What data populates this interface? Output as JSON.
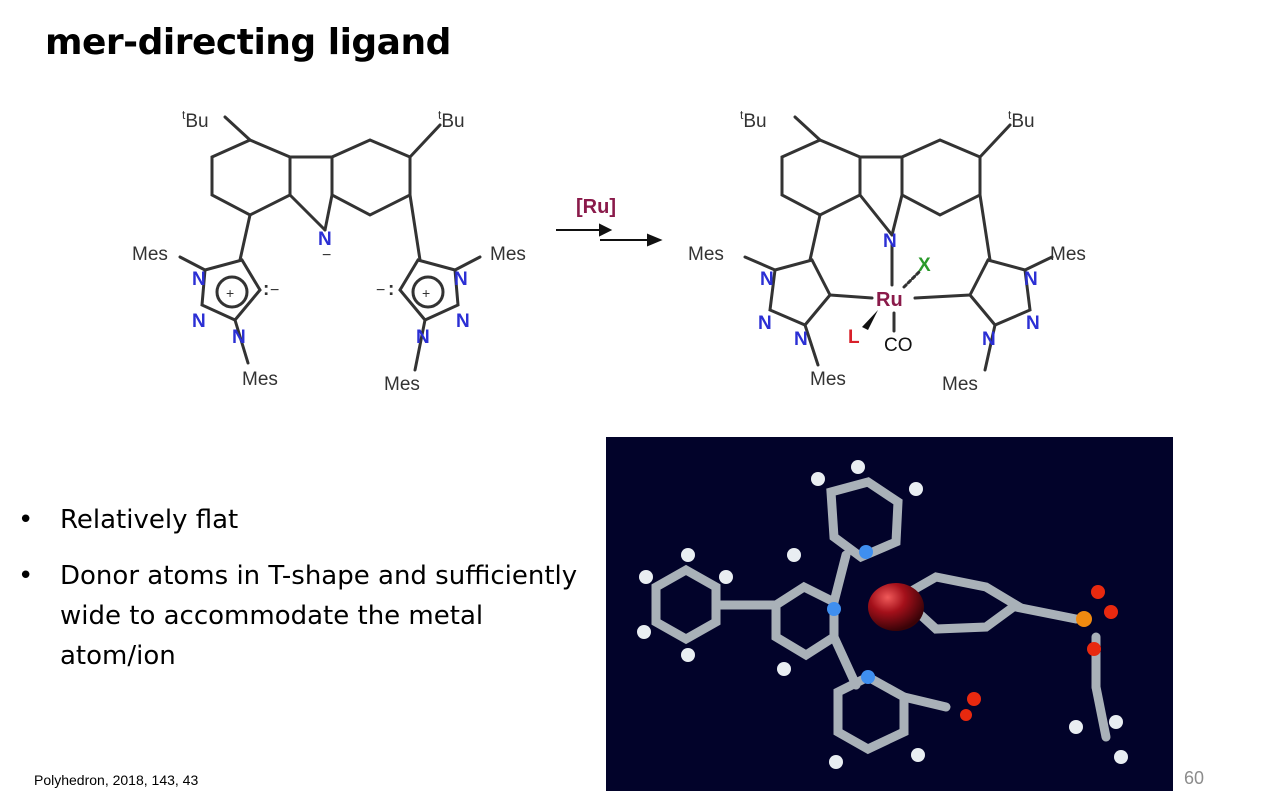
{
  "slide": {
    "title": "mer-directing ligand",
    "bullets": [
      "Relatively flat",
      "Donor atoms in T-shape and sufficiently wide to accommodate the metal atom/ion"
    ],
    "bullet_glyph": "•",
    "citation": "Polyhedron, 2018, 143, 43",
    "page_number": "60"
  },
  "scheme": {
    "left": {
      "tbu_label": "Bu",
      "tbu_prefix": "t",
      "mes_label": "Mes",
      "n_label": "N",
      "plus": "+",
      "minus": "−",
      "lone_pair": ":"
    },
    "reagent": "[Ru]",
    "right": {
      "metal": "Ru",
      "x_label": "X",
      "l_label": "L",
      "co_label": "CO"
    }
  },
  "colors": {
    "nitrogen": "#2b2fd4",
    "ruthenium": "#8a1a4a",
    "x_ligand": "#2a9a2a",
    "l_ligand": "#d8202a",
    "crystal_background": "#02032a"
  }
}
